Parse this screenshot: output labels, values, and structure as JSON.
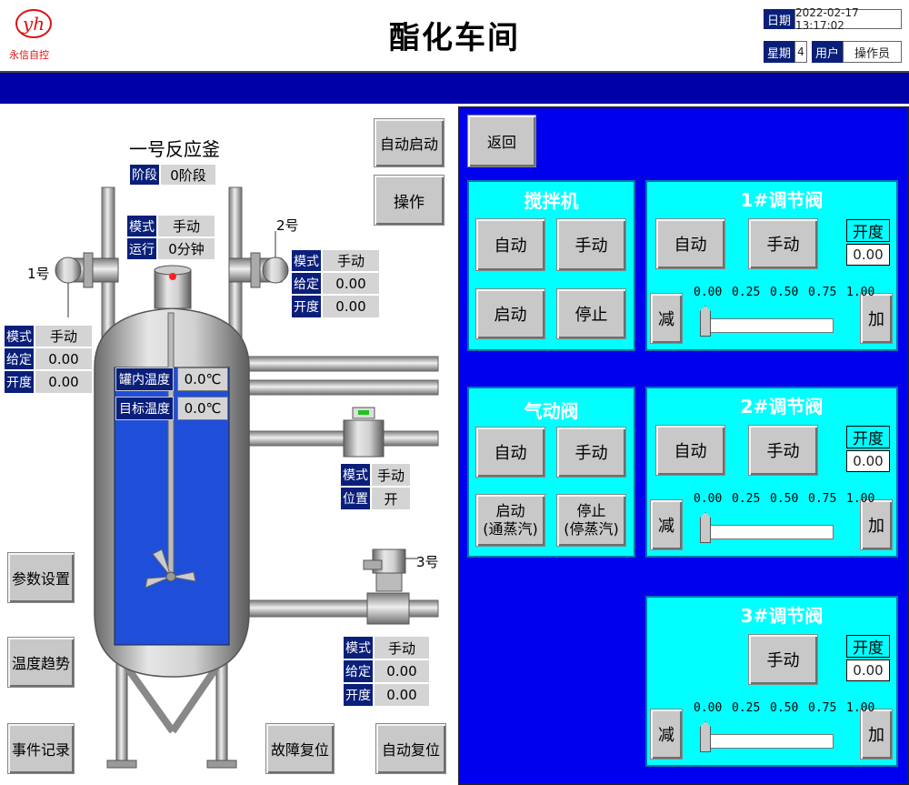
{
  "header": {
    "logo_text": "永信自控",
    "title": "酯化车间",
    "date_label": "日期",
    "date_value": "2022-02-17 13:17:02",
    "weekday_label": "星期",
    "weekday_value": "4",
    "user_label": "用户",
    "user_value": "操作员"
  },
  "reactor": {
    "name": "一号反应釜",
    "stage_label": "阶段",
    "stage_value": "0阶段",
    "mode_label": "模式",
    "mode_value": "手动",
    "run_label": "运行",
    "run_value": "0分钟",
    "inner_temp_label": "罐内温度",
    "inner_temp_value": "0.0℃",
    "target_temp_label": "目标温度",
    "target_temp_value": "0.0℃"
  },
  "valve1": {
    "tag": "1号",
    "mode_label": "模式",
    "mode_value": "手动",
    "set_label": "给定",
    "set_value": "0.00",
    "open_label": "开度",
    "open_value": "0.00"
  },
  "valve2": {
    "tag": "2号",
    "mode_label": "模式",
    "mode_value": "手动",
    "set_label": "给定",
    "set_value": "0.00",
    "open_label": "开度",
    "open_value": "0.00"
  },
  "valve3": {
    "tag": "3号",
    "mode_label": "模式",
    "mode_value": "手动",
    "set_label": "给定",
    "set_value": "0.00",
    "open_label": "开度",
    "open_value": "0.00"
  },
  "pneumatic": {
    "mode_label": "模式",
    "mode_value": "手动",
    "pos_label": "位置",
    "pos_value": "开"
  },
  "left_buttons": {
    "auto_start": "自动启动",
    "operate": "操作",
    "params": "参数设置",
    "trend": "温度趋势",
    "events": "事件记录",
    "fault_reset": "故障复位",
    "auto_reset": "自动复位"
  },
  "panel": {
    "back": "返回",
    "mixer": {
      "title": "搅拌机",
      "auto": "自动",
      "manual": "手动",
      "start": "启动",
      "stop": "停止"
    },
    "gas_valve": {
      "title": "气动阀",
      "auto": "自动",
      "manual": "手动",
      "start_line1": "启动",
      "start_line2": "(通蒸汽)",
      "stop_line1": "停止",
      "stop_line2": "(停蒸汽)"
    },
    "reg1": {
      "title": "1#调节阀",
      "auto": "自动",
      "manual": "手动",
      "open_label": "开度",
      "open_value": "0.00",
      "dec": "减",
      "inc": "加",
      "level": 0.0
    },
    "reg2": {
      "title": "2#调节阀",
      "auto": "自动",
      "manual": "手动",
      "open_label": "开度",
      "open_value": "0.00",
      "dec": "减",
      "inc": "加",
      "level": 0.0
    },
    "reg3": {
      "title": "3#调节阀",
      "manual": "手动",
      "open_label": "开度",
      "open_value": "0.00",
      "dec": "减",
      "inc": "加",
      "level": 0.0
    },
    "scale_ticks": [
      "0.00",
      "0.25",
      "0.50",
      "0.75",
      "1.00"
    ]
  },
  "colors": {
    "navy": "#0a1f7a",
    "panel_blue": "#0000ee",
    "cyan": "#00ffff",
    "bar_blue": "#0000a8",
    "tank_fill": "#1f4fd8"
  }
}
